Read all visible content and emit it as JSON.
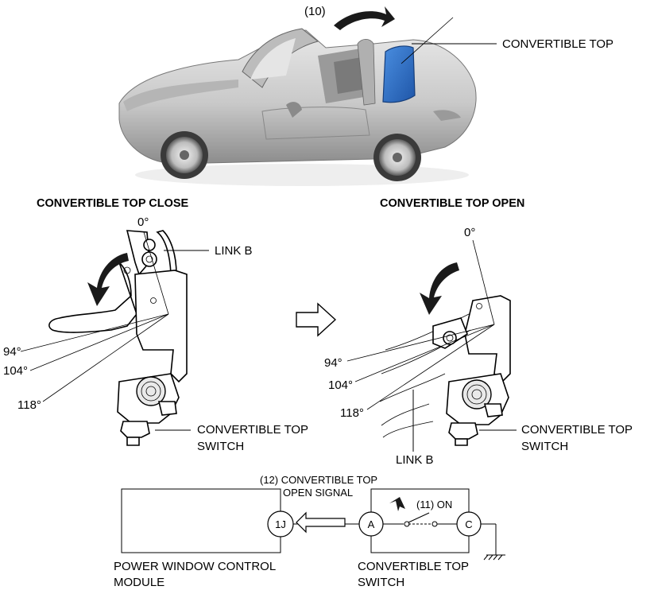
{
  "car": {
    "step_label": "(10)",
    "top_callout": "CONVERTIBLE TOP"
  },
  "close_view": {
    "heading": "CONVERTIBLE TOP CLOSE",
    "angle_0": "0°",
    "angle_94": "94°",
    "angle_104": "104°",
    "angle_118": "118°",
    "link_label": "LINK B",
    "switch_line1": "CONVERTIBLE TOP",
    "switch_line2": "SWITCH"
  },
  "open_view": {
    "heading": "CONVERTIBLE TOP OPEN",
    "angle_0": "0°",
    "angle_94": "94°",
    "angle_104": "104°",
    "angle_118": "118°",
    "link_label": "LINK B",
    "switch_line1": "CONVERTIBLE TOP",
    "switch_line2": "SWITCH"
  },
  "circuit": {
    "signal_line1": "(12) CONVERTIBLE TOP",
    "signal_line2": "OPEN SIGNAL",
    "on_label": "(11) ON",
    "terminal_module": "1J",
    "terminal_a": "A",
    "terminal_c": "C",
    "module_line1": "POWER WINDOW CONTROL",
    "module_line2": "MODULE",
    "switch_line1": "CONVERTIBLE TOP",
    "switch_line2": "SWITCH"
  },
  "colors": {
    "convertible_top": "#2f6fc4",
    "car_body": "#d4d4d4"
  }
}
